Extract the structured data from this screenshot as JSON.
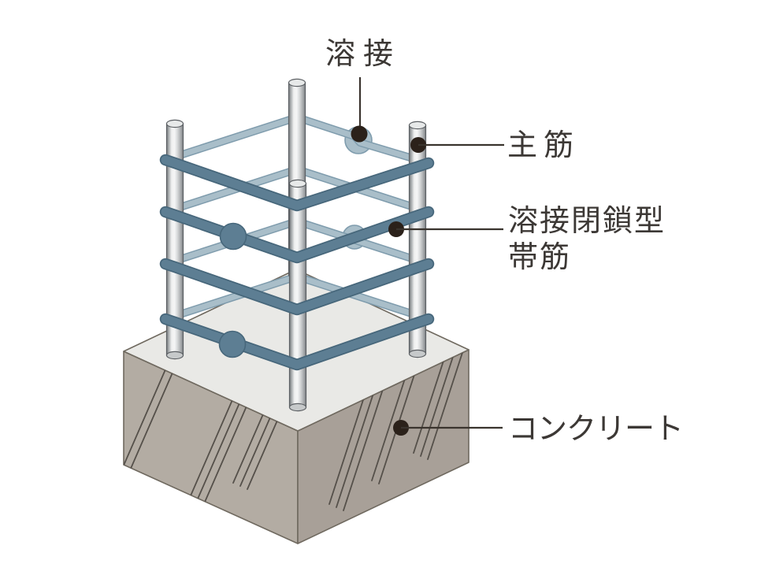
{
  "diagram": {
    "background": "#ffffff",
    "labels": {
      "weld": "溶接",
      "main_rebar": "主筋",
      "hoop_line1": "溶接閉鎖型",
      "hoop_line2": "帯筋",
      "concrete": "コンクリート"
    },
    "colors": {
      "text": "#3c3835",
      "leader_line": "#3a342e",
      "pointer_dot": "#2b211a",
      "hoop_dark": "#5d7e93",
      "hoop_dark_edge": "#47677b",
      "hoop_light": "#a9bec9",
      "hoop_light_edge": "#7f9cad",
      "bar_light": "#eff0f0",
      "bar_shadow": "#75797c",
      "bar_outline": "#5c6064",
      "concrete_top": "#e9e9e6",
      "concrete_left": "#b3aca3",
      "concrete_right": "#a8a098",
      "concrete_edge": "#6f695f",
      "hatch": "#55504a"
    }
  }
}
